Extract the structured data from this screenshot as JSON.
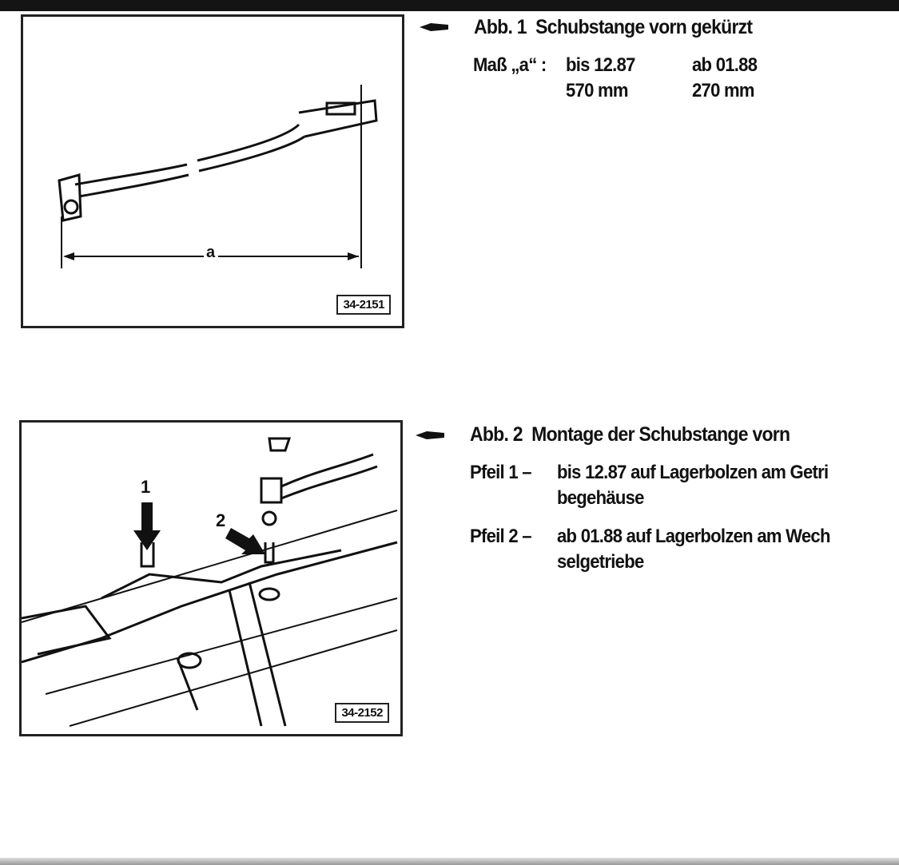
{
  "figure1": {
    "number": "34-2151",
    "dimension_label": "a",
    "caption": {
      "abb": "Abb. 1",
      "title": "Schubstange vorn gekürzt",
      "mass_label": "Maß „a“ :",
      "col1_head": "bis 12.87",
      "col1_value": "570 mm",
      "col2_head": "ab 01.88",
      "col2_value": "270 mm"
    }
  },
  "figure2": {
    "number": "34-2152",
    "arrow1_label": "1",
    "arrow2_label": "2",
    "caption": {
      "abb": "Abb. 2",
      "title": "Montage der Schubstange vorn",
      "items": [
        {
          "label": "Pfeil  1 –",
          "line1": "bis 12.87 auf Lagerbolzen am Getri",
          "line2": "begehäuse"
        },
        {
          "label": "Pfeil  2 –",
          "line1": "ab 01.88 auf Lagerbolzen am Wech",
          "line2": "selgetriebe"
        }
      ]
    }
  }
}
